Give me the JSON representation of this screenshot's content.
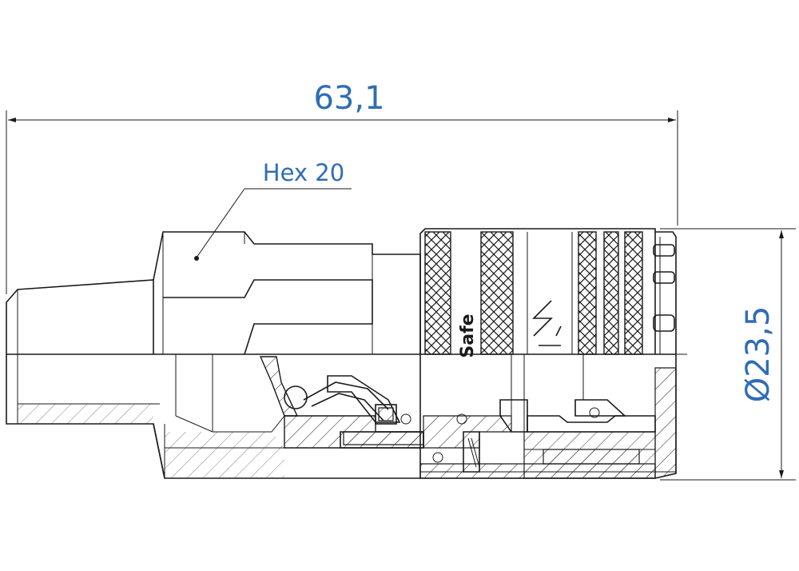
{
  "dimensions": {
    "overall_length": "63,1",
    "diameter": "Ø23,5"
  },
  "callout": {
    "hex_label": "Hex 20"
  },
  "logo": {
    "text": "Safe"
  },
  "colors": {
    "dimension": "#2f6db5",
    "outline": "#1a1a1a"
  }
}
